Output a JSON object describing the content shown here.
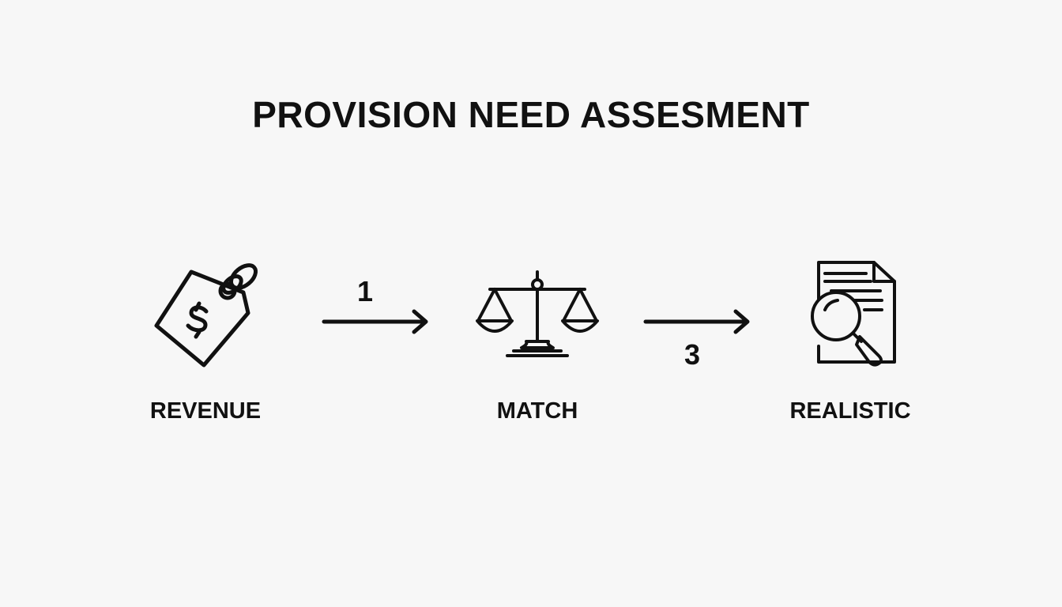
{
  "title": "PROVISION NEED ASSESMENT",
  "steps": [
    {
      "label": "REVENUE",
      "icon": "price-tag-dollar-icon"
    },
    {
      "label": "MATCH",
      "icon": "balance-scale-icon"
    },
    {
      "label": "REALISTIC",
      "icon": "document-magnifier-icon"
    }
  ],
  "connectors": [
    {
      "number": "1",
      "icon": "arrow-right-icon"
    },
    {
      "number": "3",
      "icon": "arrow-right-icon"
    }
  ]
}
